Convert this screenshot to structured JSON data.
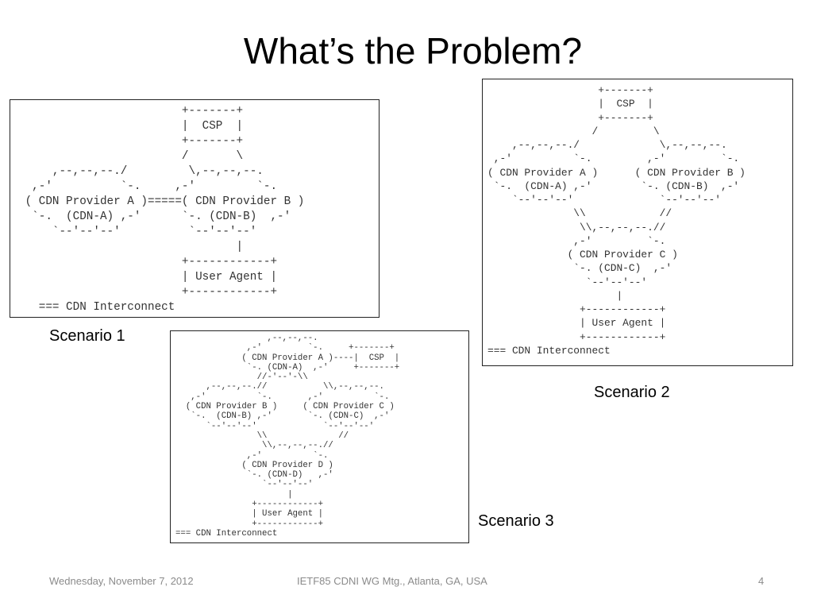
{
  "slide": {
    "title": "What’s the Problem?",
    "scenarios": [
      {
        "caption": "Scenario 1",
        "diagram": "                        +-------+\n                        |  CSP  |\n                        +-------+\n                        /       \\\n     ,--,--,--./         \\,--,--,--.\n  ,-'          `-.     ,-'         `-.\n ( CDN Provider A )=====( CDN Provider B )\n  `-.  (CDN-A) ,-'      `-. (CDN-B)  ,-'\n     `--'--'--'          `--'--'--'\n                                |\n                        +------------+\n                        | User Agent |\n                        +------------+\n   === CDN Interconnect"
      },
      {
        "caption": "Scenario 2",
        "diagram": "                  +-------+\n                  |  CSP  |\n                  +-------+\n                 /         \\\n    ,--,--,--./             \\,--,--,--.\n ,-'          `-.         ,-'         `-.\n( CDN Provider A )      ( CDN Provider B )\n `-.  (CDN-A) ,-'        `-. (CDN-B)  ,-'\n    `--'--'--'              `--'--'--'\n              \\\\            //\n               \\\\,--,--,--.//\n              ,-'         `-.\n             ( CDN Provider C )\n              `-. (CDN-C)  ,-'\n                `--'--'--'\n                     |\n               +------------+\n               | User Agent |\n               +------------+\n=== CDN Interconnect"
      },
      {
        "caption": "Scenario 3",
        "diagram": "                  ,--,--,--.\n              ,-'         `-.     +-------+\n             ( CDN Provider A )----|  CSP  |\n              `-. (CDN-A)  ,-'     +-------+\n                //-'--'-\\\\\n      ,--,--,--.//           \\\\,--,--,--.\n   ,-'          `-.       ,-'          `-.\n  ( CDN Provider B )     ( CDN Provider C )\n   `-.  (CDN-B) ,-'       `-. (CDN-C)  ,-'\n      `--'--'--'             `--'--'--'\n                \\\\              //\n                 \\\\,--,--,--.//\n              ,-'          `-.\n             ( CDN Provider D )\n              `-. (CDN-D)   ,-'\n                 `--'--'--'\n                      |\n               +------------+\n               | User Agent |\n               +------------+\n=== CDN Interconnect"
      }
    ],
    "footer": {
      "date": "Wednesday, November 7, 2012",
      "event": "IETF85 CDNI WG Mtg., Atlanta, GA, USA",
      "page": "4"
    }
  }
}
